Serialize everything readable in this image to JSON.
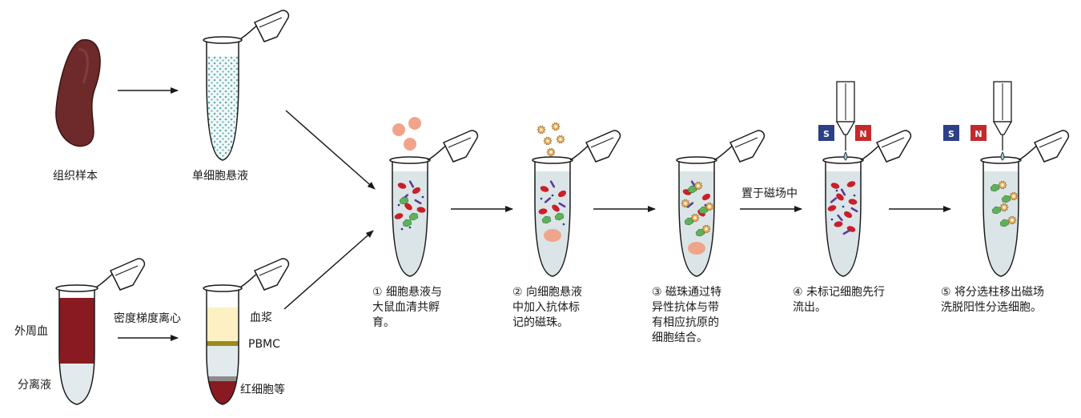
{
  "labels": {
    "tissue_sample": "组织样本",
    "single_cell_suspension": "单细胞悬液",
    "peripheral_blood": "外周血",
    "separation_medium": "分离液",
    "density_centrifugation": "密度梯度离心",
    "plasma": "血浆",
    "pbmc": "PBMC",
    "red_cells": "红细胞等",
    "magnet_label": "置于磁场中"
  },
  "magnet_poles": {
    "south": "S",
    "north": "N"
  },
  "steps": [
    {
      "lines": [
        "① 细胞悬液与",
        "大鼠血清共孵",
        "育。"
      ]
    },
    {
      "lines": [
        "② 向细胞悬液",
        "中加入抗体标",
        "记的磁珠。"
      ]
    },
    {
      "lines": [
        "③ 磁珠通过特",
        "异性抗体与带",
        "有相应抗原的",
        "细胞结合。"
      ]
    },
    {
      "lines": [
        "④ 未标记细胞先行",
        "流出。"
      ]
    },
    {
      "lines": [
        "⑤ 将分选柱移出磁场",
        "洗脱阳性分选细胞。"
      ]
    }
  ],
  "colors": {
    "tissue": "#6e2a2a",
    "tube_fluid": "#dbe5e8",
    "blood": "#8a1a22",
    "plasma": "#fdf1c4",
    "pbmc_band": "#9a8b1c",
    "red_cell": "#c8202b",
    "green_cell": "#5fb05a",
    "purple_rod": "#5a3d9a",
    "bead": "#f5b25c",
    "salmon": "#f0a58a",
    "pole_s": "#2d3f86",
    "pole_n": "#c42a2a"
  }
}
